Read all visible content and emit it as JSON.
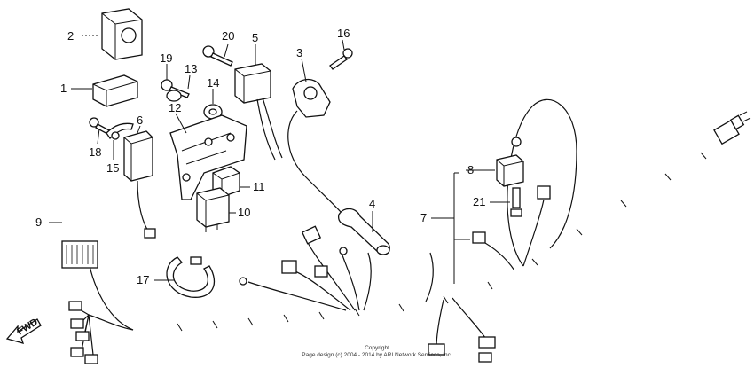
{
  "callouts": {
    "c1": "1",
    "c2": "2",
    "c3": "3",
    "c4": "4",
    "c5": "5",
    "c6": "6",
    "c7": "7",
    "c8": "8",
    "c9": "9",
    "c10": "10",
    "c11": "11",
    "c12": "12",
    "c13": "13",
    "c14": "14",
    "c15": "15",
    "c16": "16",
    "c17": "17",
    "c18": "18",
    "c19": "19",
    "c20": "20",
    "c21": "21"
  },
  "direction": {
    "label": "FWD"
  },
  "footer": {
    "line1": "Copyright",
    "line2": "Page design (c) 2004 - 2014 by ARI Network Services, Inc."
  }
}
